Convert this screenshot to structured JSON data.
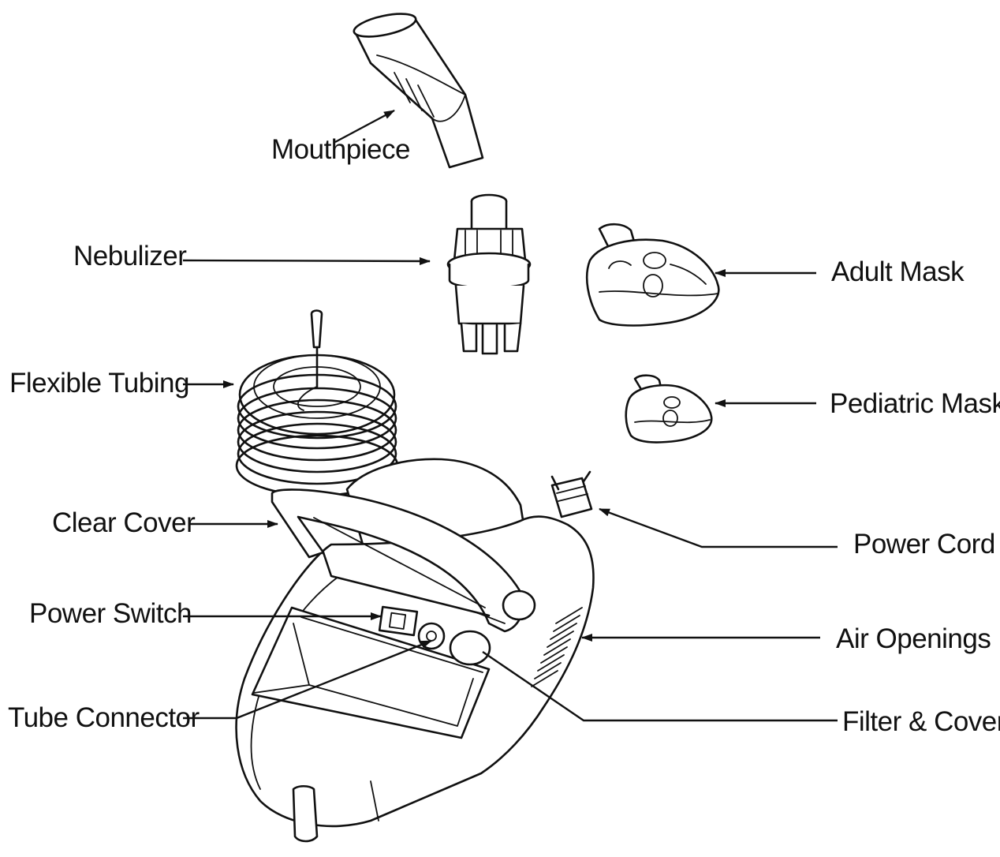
{
  "labels": {
    "mouthpiece": "Mouthpiece",
    "nebulizer": "Nebulizer",
    "adult_mask": "Adult Mask",
    "flexible_tubing": "Flexible Tubing",
    "pediatric_mask": "Pediatric Mask",
    "clear_cover": "Clear Cover",
    "power_cord": "Power Cord",
    "power_switch": "Power Switch",
    "air_openings": "Air Openings",
    "tube_connector": "Tube Connector",
    "filter_cover": "Filter & Cover"
  }
}
